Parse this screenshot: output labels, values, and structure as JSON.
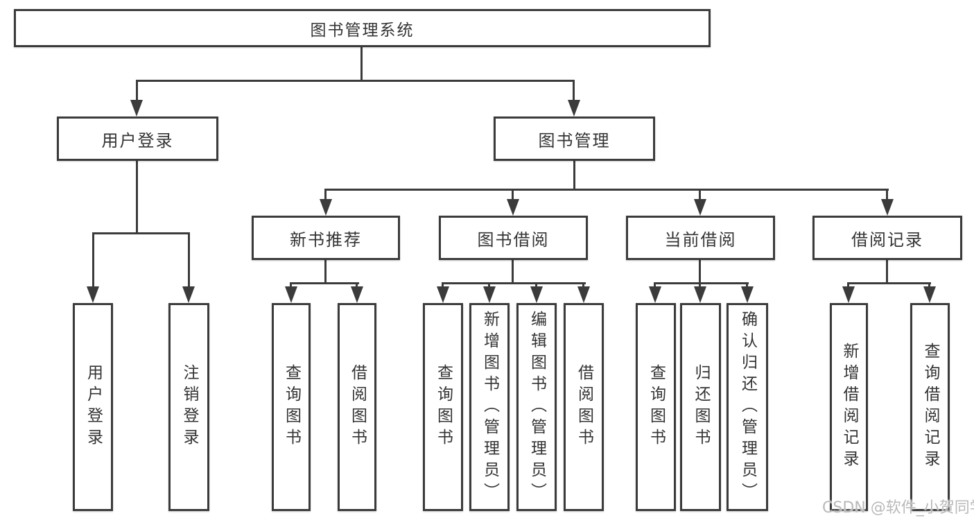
{
  "diagram": {
    "type": "org-chart",
    "root": {
      "label": "图书管理系统"
    },
    "branches": [
      {
        "label": "用户登录",
        "children": [
          {
            "label": "用户登录"
          },
          {
            "label": "注销登录"
          }
        ]
      },
      {
        "label": "图书管理",
        "children": [
          {
            "label": "新书推荐",
            "children": [
              {
                "label": "查询图书"
              },
              {
                "label": "借阅图书"
              }
            ]
          },
          {
            "label": "图书借阅",
            "children": [
              {
                "label": "查询图书"
              },
              {
                "label": "新增图书（管理员）"
              },
              {
                "label": "编辑图书（管理员）"
              },
              {
                "label": "借阅图书"
              }
            ]
          },
          {
            "label": "当前借阅",
            "children": [
              {
                "label": "查询图书"
              },
              {
                "label": "归还图书"
              },
              {
                "label": "确认归还（管理员）"
              }
            ]
          },
          {
            "label": "借阅记录",
            "children": [
              {
                "label": "新增借阅记录"
              },
              {
                "label": "查询借阅记录"
              }
            ]
          }
        ]
      }
    ]
  },
  "watermark": {
    "text": "CSDN @软件_小贺同学"
  },
  "colors": {
    "line": "#3b3b3b",
    "text": "#333333",
    "watermark": "#b9b9b9",
    "background": "#ffffff"
  }
}
